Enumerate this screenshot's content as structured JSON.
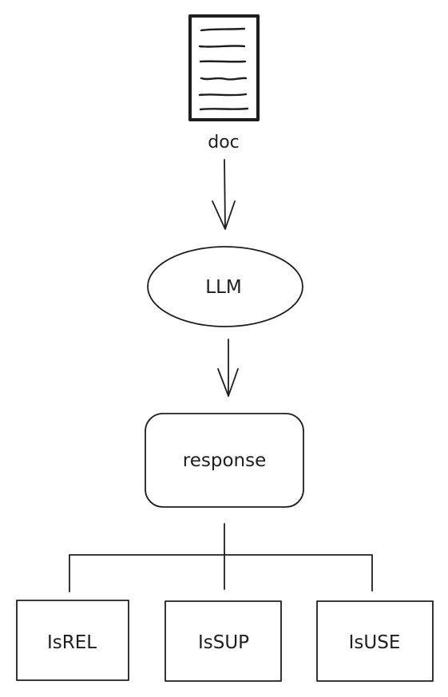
{
  "diagram": {
    "doc_label": "doc",
    "llm_label": "LLM",
    "response_label": "response",
    "outputs": [
      {
        "label": "IsREL"
      },
      {
        "label": "IsSUP"
      },
      {
        "label": "IsUSE"
      }
    ]
  },
  "colors": {
    "stroke": "#1e1e1e",
    "background": "#ffffff"
  },
  "icons": {
    "document": "document-icon"
  }
}
